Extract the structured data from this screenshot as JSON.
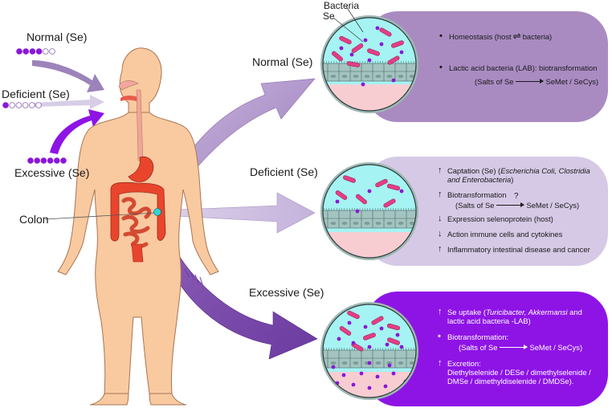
{
  "labels": {
    "bacteria": "Bacteria",
    "se": "Se",
    "colon": "Colon",
    "normal_left": "Normal (Se)",
    "deficient_left": "Deficient (Se)",
    "excessive_left": "Excessive (Se)",
    "normal_panel": "Normal (Se)",
    "deficient_panel": "Deficient (Se)",
    "excessive_panel": "Excessive (Se)"
  },
  "intake_dots": {
    "normal": {
      "filled": 4,
      "total": 6
    },
    "deficient": {
      "filled": 1,
      "total": 6
    },
    "excessive": {
      "filled": 6,
      "total": 6
    }
  },
  "normal_panel": {
    "homeostasis": "Homeostasis (host",
    "homeostasis_end": "bacteria)",
    "lab": "Lactic acid bacteria (LAB): biotransformation",
    "from": "(Salts of Se",
    "to": "SeMet / SeCys)"
  },
  "deficient_panel": {
    "captation": "Captation (Se) (",
    "captation_italic": "Escherichia Coli, Clostridia and Enterobacteria",
    "captation_end": ")",
    "biotransformation": "Biotransformation",
    "from": "(Salts of Se",
    "question": "?",
    "to": "SeMet / SeCys)",
    "expression": "Expression selenoprotein (host)",
    "immune": "Action immune cells and cytokines",
    "inflammatory": "Inflammatory intestinal disease and cancer"
  },
  "excessive_panel": {
    "uptake": "Se uptake (",
    "uptake_italic": "Turicibacter, Akkermansi",
    "uptake_end": " and lactic acid bacteria -LAB)",
    "biotransformation": "Biotransformation:",
    "from": "(Salts of Se",
    "to": "SeMet / SeCys)",
    "excretion": "Excretion:",
    "excretion_list": "Diethylselenide / DESe / dimethylselenide / DMSe / dimethyldiselenide / DMDSe)."
  },
  "colors": {
    "skin": "#f9c9a0",
    "skin_stroke": "#b07a55",
    "normal_panel": "#a98bc2",
    "deficient_panel": "#d6c9e6",
    "excessive_panel": "#8e14e6",
    "intestine": "#e8452c",
    "colon_marker": "#2fd6d6",
    "bacteria": "#e53d86",
    "se_dot": "#8a17d8",
    "lumen": "#a6f3f3",
    "tissue": "#f7cdd2",
    "epithelium": "#a3c4c0"
  }
}
